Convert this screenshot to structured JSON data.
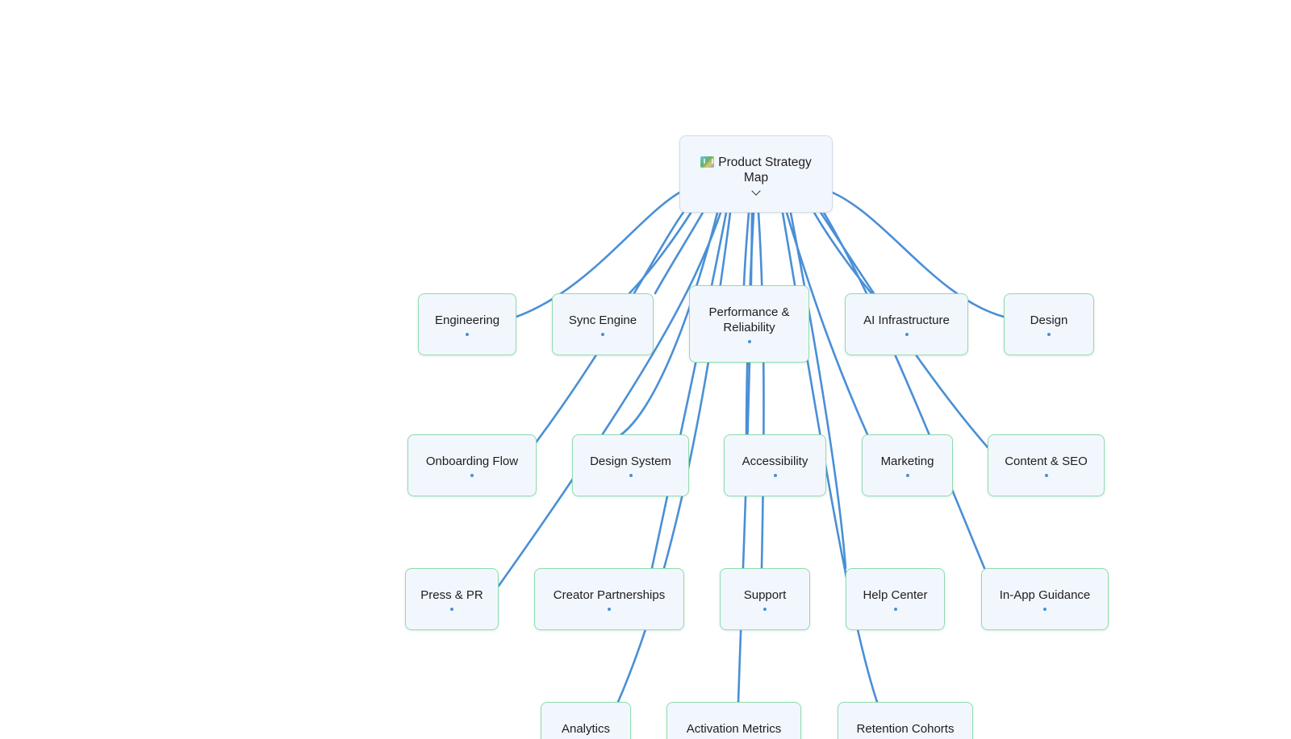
{
  "theme": {
    "edge_color": "#4a8fd6",
    "node_border": "#8fdcae",
    "root_border": "#d3dce6",
    "node_bg": "#f2f7fd",
    "dot_color": "#4a8fd6"
  },
  "root": {
    "id": "root",
    "icon": "world-map-icon",
    "title": "Product Strategy Map"
  },
  "nodes": [
    {
      "id": "engineering",
      "label": "Engineering"
    },
    {
      "id": "sync-engine",
      "label": "Sync Engine"
    },
    {
      "id": "performance-reliability",
      "label": "Performance & Reliability"
    },
    {
      "id": "ai-infrastructure",
      "label": "AI Infrastructure"
    },
    {
      "id": "design",
      "label": "Design"
    },
    {
      "id": "onboarding-flow",
      "label": "Onboarding Flow"
    },
    {
      "id": "design-system",
      "label": "Design System"
    },
    {
      "id": "accessibility",
      "label": "Accessibility"
    },
    {
      "id": "marketing",
      "label": "Marketing"
    },
    {
      "id": "content-seo",
      "label": "Content & SEO"
    },
    {
      "id": "press-pr",
      "label": "Press & PR"
    },
    {
      "id": "creator-partnerships",
      "label": "Creator Partnerships"
    },
    {
      "id": "support",
      "label": "Support"
    },
    {
      "id": "help-center",
      "label": "Help Center"
    },
    {
      "id": "in-app-guidance",
      "label": "In-App Guidance"
    },
    {
      "id": "analytics",
      "label": "Analytics"
    },
    {
      "id": "activation-metrics",
      "label": "Activation Metrics"
    },
    {
      "id": "retention-cohorts",
      "label": "Retention Cohorts"
    }
  ]
}
